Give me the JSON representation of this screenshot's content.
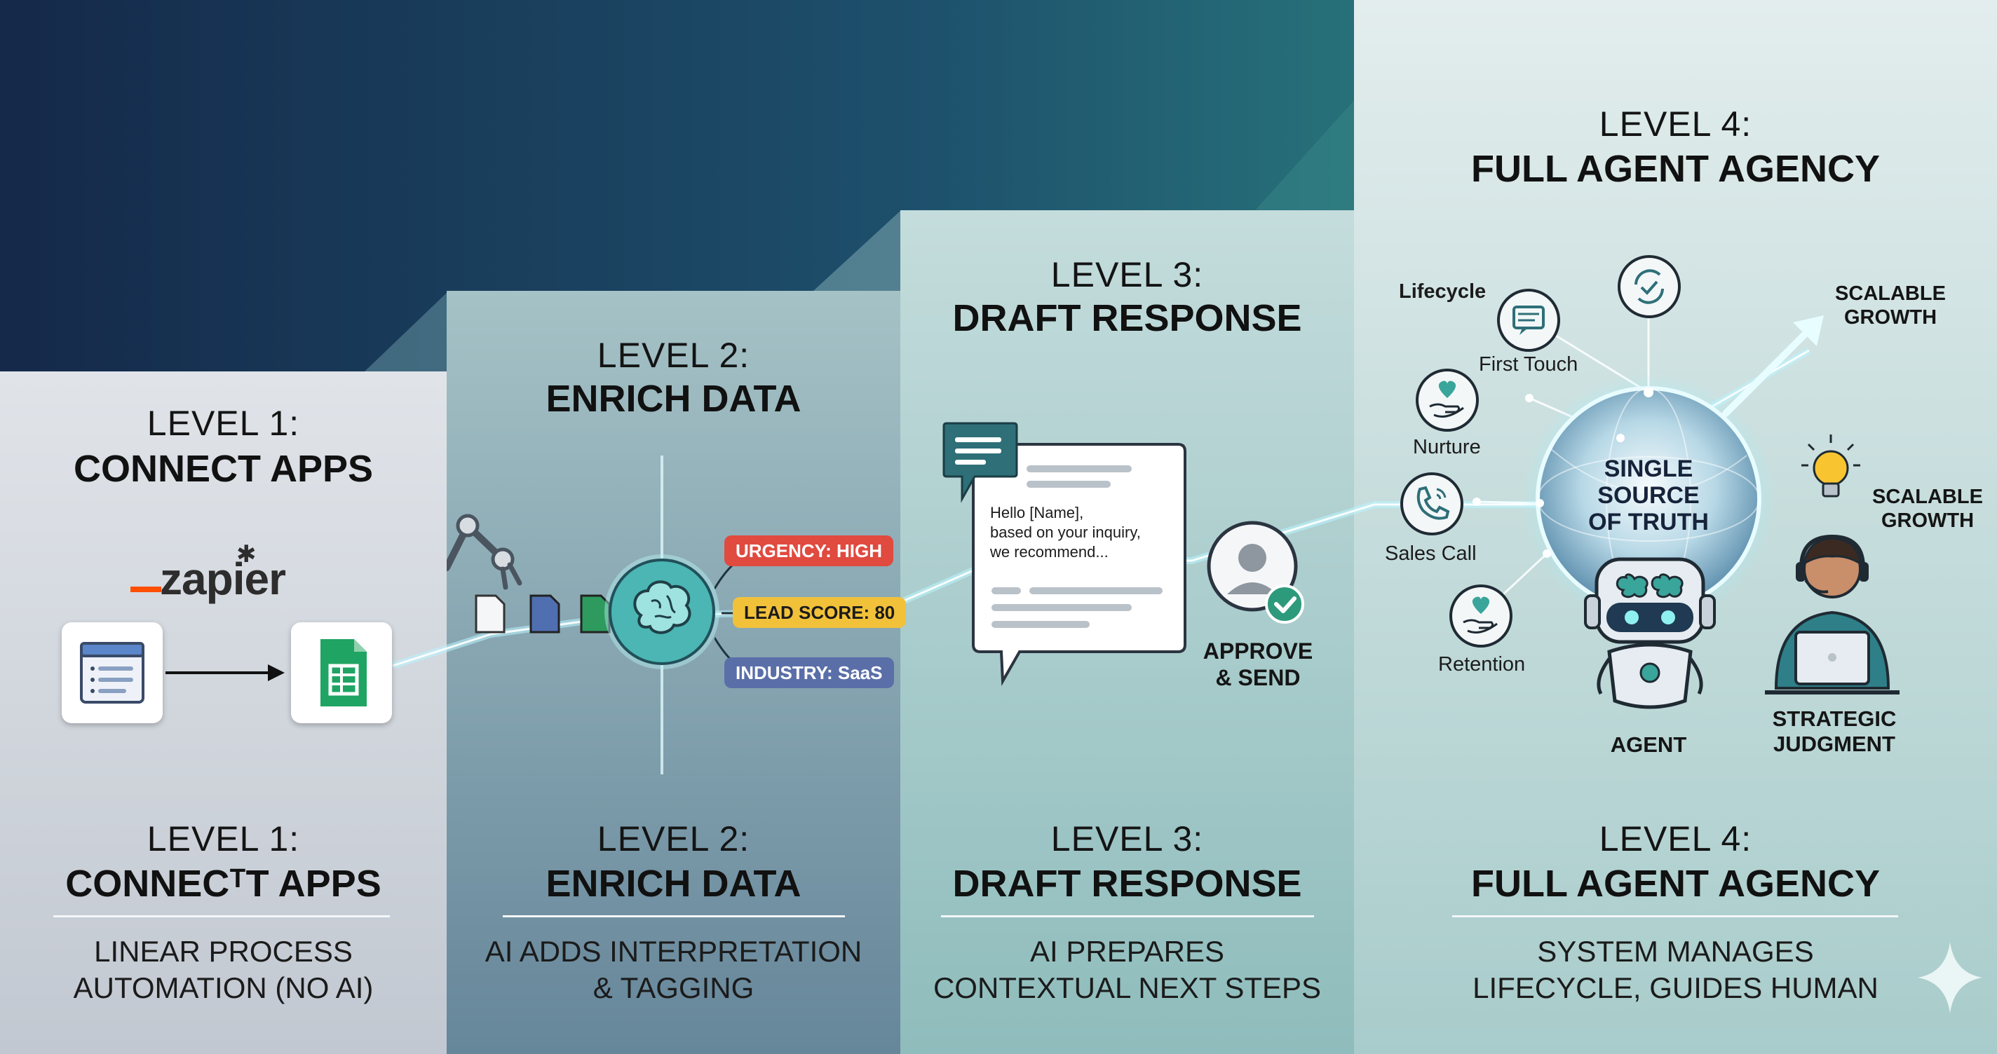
{
  "colors": {
    "navy": "#16304f",
    "teal": "#2c7f80",
    "panel1": "#d8dde3",
    "panel2": "#8fb0b5",
    "panel3": "#b6d3d3",
    "panel4": "#d3e4e4",
    "urgency": "#e04a3f",
    "lead": "#f2c13a",
    "industry": "#5a6fa8",
    "check": "#2e9a7c"
  },
  "panels": [
    {
      "top_level": "LEVEL 1:",
      "top_title": "CONNECT APPS",
      "bottom_level": "LEVEL  1:",
      "bottom_title": "CONNECᵀT APPS",
      "desc_line1": "LINEAR PROCESS",
      "desc_line2": "AUTOMATION (NO AI)",
      "logo": "zapier",
      "icons": [
        "form-window-icon",
        "arrow-right-icon",
        "google-sheets-icon"
      ]
    },
    {
      "top_level": "LEVEL 2:",
      "top_title": "ENRICH DATA",
      "bottom_level": "LEVEL 2:",
      "bottom_title": "ENRICH DATA",
      "desc_line1": "AI ADDS INTERPRETATION",
      "desc_line2": "& TAGGING",
      "tags": [
        "URGENCY: HIGH",
        "LEAD SCORE: 80",
        "INDUSTRY: SaaS"
      ],
      "icons": [
        "robot-arm-icon",
        "document-icon",
        "brain-icon"
      ]
    },
    {
      "top_level": "LEVEL 3:",
      "top_title": "DRAFT RESPONSE",
      "bottom_level": "LEVEL 3:",
      "bottom_title": "DRAFT RESPONSE",
      "desc_line1": "AI PREPARES",
      "desc_line2": "CONTEXTUAL NEXT STEPS",
      "draft_line1": "Hello [Name],",
      "draft_line2": "based on your inquiry,",
      "draft_line3": "we recommend...",
      "approve_line1": "APPROVE",
      "approve_line2": "& SEND",
      "icons": [
        "chat-bubble-icon",
        "user-check-icon"
      ]
    },
    {
      "top_level": "LEVEL 4:",
      "top_title": "FULL AGENT AGENCY",
      "bottom_level": "LEVEL 4:",
      "bottom_title": "FULL AGENT AGENCY",
      "desc_line1": "SYSTEM MANAGES",
      "desc_line2": "LIFECYCLE, GUIDES HUMAN",
      "lifecycle": "Lifecycle",
      "first_touch": "First Touch",
      "nurture": "Nurture",
      "sales_call": "Sales Call",
      "retention": "Retention",
      "sphere_line1": "SINGLE",
      "sphere_line2": "SOURCE",
      "sphere_line3": "OF TRUTH",
      "scalable1_line1": "SCALABLE",
      "scalable1_line2": "GROWTH",
      "scalable2_line1": "SCALABLE",
      "scalable2_line2": "GROWTH",
      "agent": "AGENT",
      "judgment_line1": "STRATEGIC",
      "judgment_line2": "JUDGMENT",
      "icons": [
        "sparkle-icon",
        "lightbulb-icon",
        "robot-icon",
        "human-operator-icon"
      ]
    }
  ]
}
